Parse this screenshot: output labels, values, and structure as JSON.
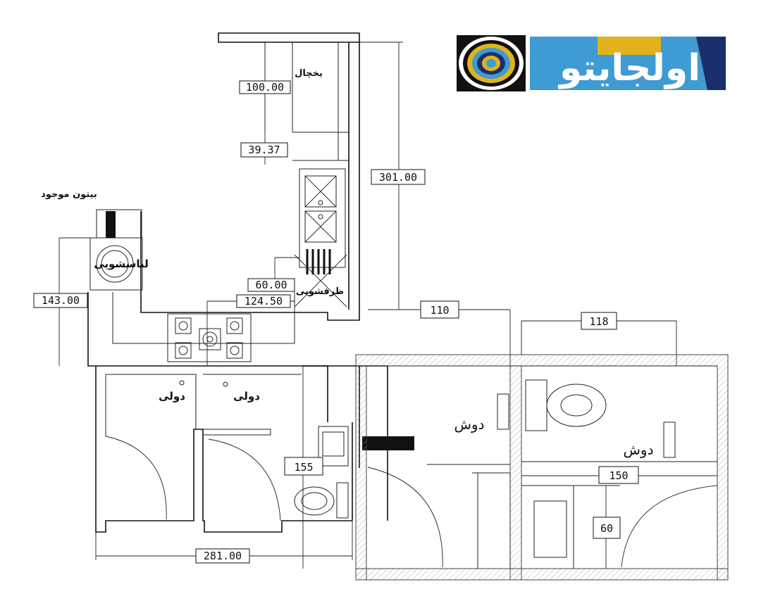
{
  "logo": {
    "word": "اولجایتو",
    "spiral_icon": "spiral-icon",
    "colors": {
      "blue": "#3f9bd3",
      "navy": "#1b2f6b",
      "gold": "#e2b21c",
      "black": "#111111"
    }
  },
  "labels": {
    "fridge": "یخچال",
    "existing_concrete": "بیتون موجود",
    "washing_machine": "لباسشویی",
    "dishwasher": "ظرفشویی",
    "closet_left": "دولی",
    "closet_right": "دولی",
    "shower_1": "دوش",
    "shower_2": "دوش"
  },
  "dimensions": {
    "fridge_width": "100.00",
    "counter_gap": "39.37",
    "wall_length": "301.00",
    "washer_depth": "143.00",
    "dishwasher_width": "60.00",
    "stove_span": "124.50",
    "bath_width_1": "110",
    "bath_width_2": "118",
    "bath_width_3": "150",
    "wc_depth": "155",
    "shower_depth": "60",
    "total_width": "281.00"
  }
}
